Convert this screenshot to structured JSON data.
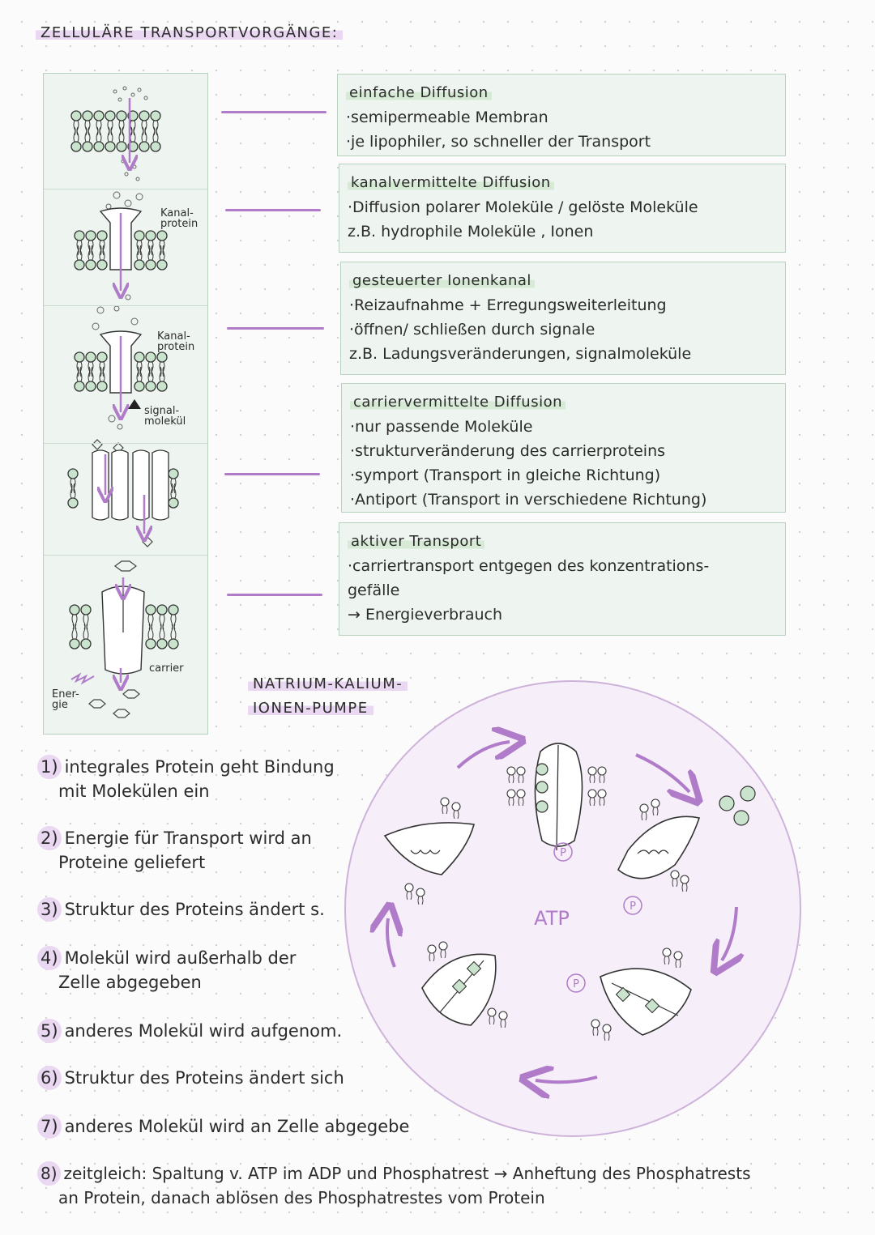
{
  "title": "ZELLULÄRE TRANSPORTVORGÄNGE:",
  "figure_labels": {
    "channel_protein_1": [
      "Kanal-",
      "protein"
    ],
    "channel_protein_2": [
      "Kanal-",
      "protein"
    ],
    "signal_molecule": [
      "signal-",
      "molekül"
    ],
    "carrier": "carrier",
    "energy": [
      "Ener-",
      "gie"
    ]
  },
  "boxes": [
    {
      "heading": "einfache Diffusion",
      "lines": [
        "·semipermeable Membran",
        "·je lipophiler, so schneller der Transport"
      ]
    },
    {
      "heading": "kanalvermittelte Diffusion",
      "lines": [
        "·Diffusion polarer Moleküle / gelöste Moleküle",
        "z.B. hydrophile Moleküle , Ionen"
      ]
    },
    {
      "heading": "gesteuerter Ionenkanal",
      "lines": [
        "·Reizaufnahme + Erregungsweiterleitung",
        "·öffnen/ schließen durch signale",
        "z.B. Ladungsveränderungen, signalmoleküle"
      ]
    },
    {
      "heading": "carriervermittelte Diffusion",
      "lines": [
        "·nur passende Moleküle",
        "·strukturveränderung des carrierproteins",
        "·symport (Transport in gleiche Richtung)",
        "·Antiport (Transport in verschiedene Richtung)"
      ]
    },
    {
      "heading": "aktiver Transport",
      "lines": [
        "·carriertransport entgegen des konzentrations-",
        "gefälle",
        "→ Energieverbrauch"
      ]
    }
  ],
  "pump": {
    "title_line1": "NATRIUM-KALIUM-",
    "title_line2": "IONEN-PUMPE",
    "center_label": "ATP",
    "phosphate_label": "P"
  },
  "steps": [
    {
      "num": "1)",
      "lines": [
        "integrales Protein geht Bindung",
        "mit Molekülen ein"
      ]
    },
    {
      "num": "2)",
      "lines": [
        "Energie für Transport wird an",
        "Proteine geliefert"
      ]
    },
    {
      "num": "3)",
      "lines": [
        "Struktur des Proteins ändert s."
      ]
    },
    {
      "num": "4)",
      "lines": [
        "Molekül wird außerhalb der",
        "Zelle abgegeben"
      ]
    },
    {
      "num": "5)",
      "lines": [
        "anderes Molekül wird aufgenom."
      ]
    },
    {
      "num": "6)",
      "lines": [
        "Struktur des Proteins ändert sich"
      ]
    },
    {
      "num": "7)",
      "lines": [
        "anderes Molekül wird an Zelle abgegebe"
      ]
    },
    {
      "num": "8)",
      "lines": [
        "zeitgleich: Spaltung v. ATP im ADP und Phosphatrest → Anheftung des Phosphatrests",
        "an Protein, danach ablösen des Phosphatrestes vom Protein"
      ]
    }
  ],
  "colors": {
    "accent_purple": "#b07bc8",
    "panel_green": "#eef5f0",
    "molecule_green": "#c9e3cc",
    "pump_circle": "#f6eef9"
  }
}
